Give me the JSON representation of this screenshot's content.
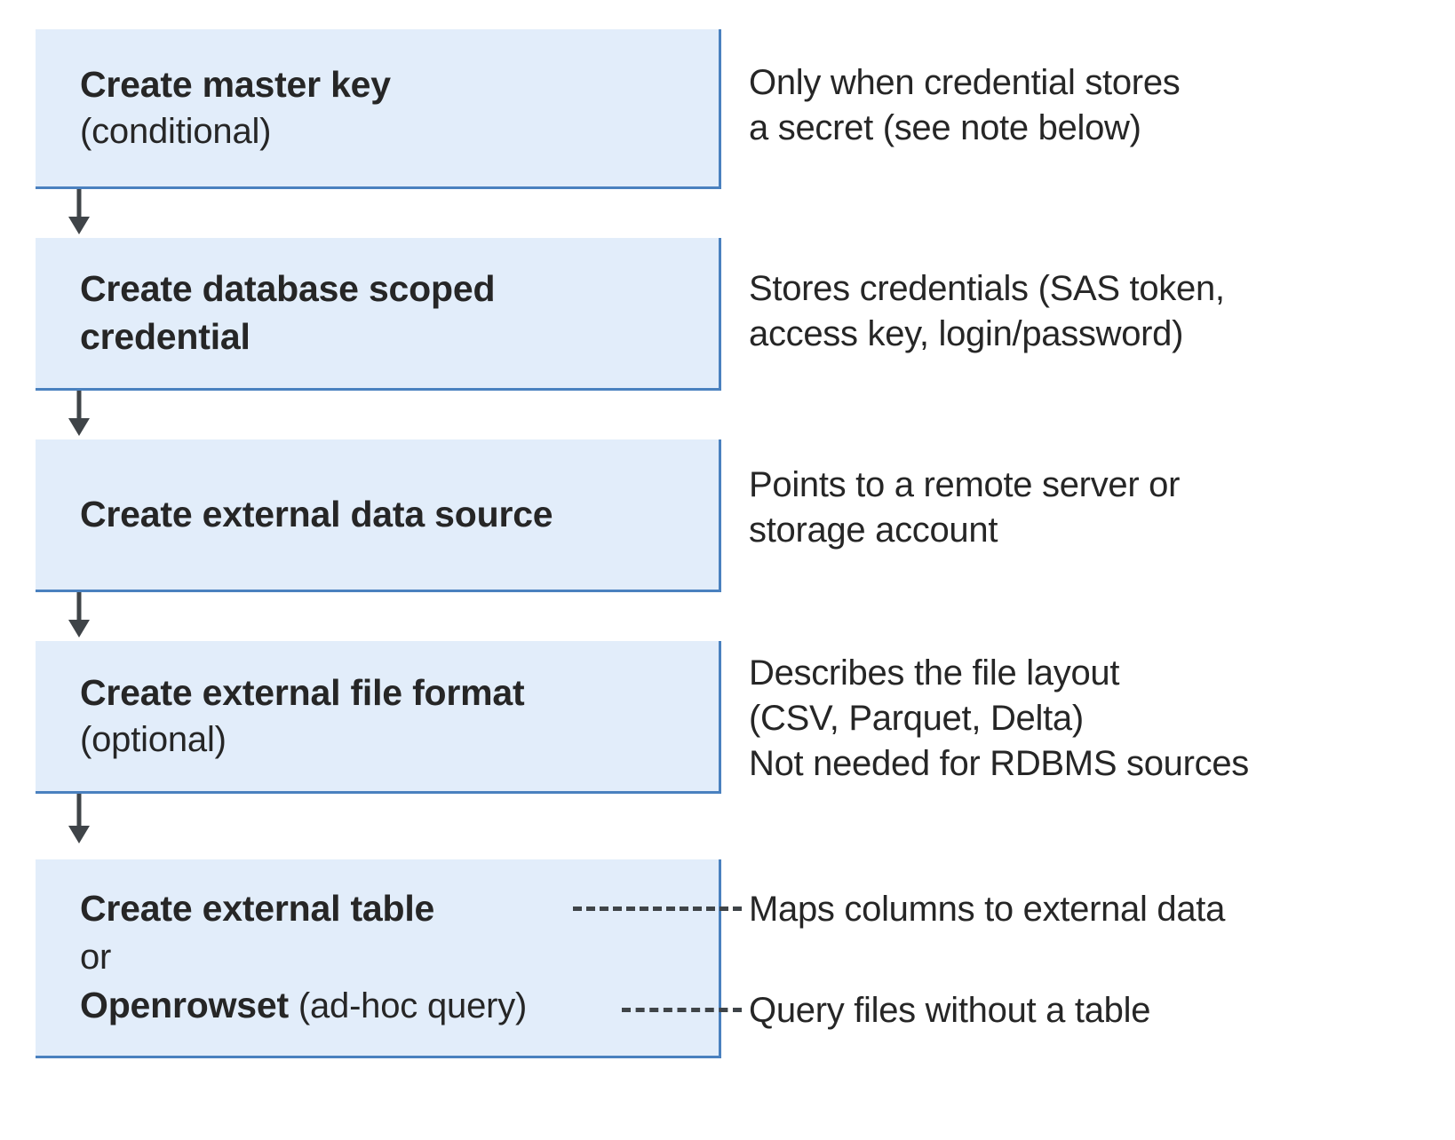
{
  "diagram": {
    "type": "flowchart",
    "orientation": "vertical",
    "colors": {
      "box_fill": "#e2edfa",
      "box_border": "#4a81bf",
      "text": "#262626",
      "arrow": "#3f4448",
      "background": "#ffffff"
    },
    "steps": [
      {
        "title": "Create master key",
        "subtitle": "(conditional)",
        "description": "Only when credential stores\na secret (see note below)"
      },
      {
        "title": "Create database scoped\ncredential",
        "subtitle": "",
        "description": "Stores credentials (SAS token,\naccess key, login/password)"
      },
      {
        "title": "Create external data source",
        "subtitle": "",
        "description": "Points to a remote server or\nstorage account"
      },
      {
        "title": "Create external file format",
        "subtitle": "(optional)",
        "description": "Describes the file layout\n(CSV, Parquet, Delta)\nNot needed for RDBMS sources"
      }
    ],
    "final_step": {
      "option_a_label": "Create external table",
      "option_a_description": "Maps columns to external data",
      "separator_label": "or",
      "option_b_label": "Openrowset",
      "option_b_suffix": " (ad-hoc query)",
      "option_b_description": "Query files without a table"
    }
  }
}
